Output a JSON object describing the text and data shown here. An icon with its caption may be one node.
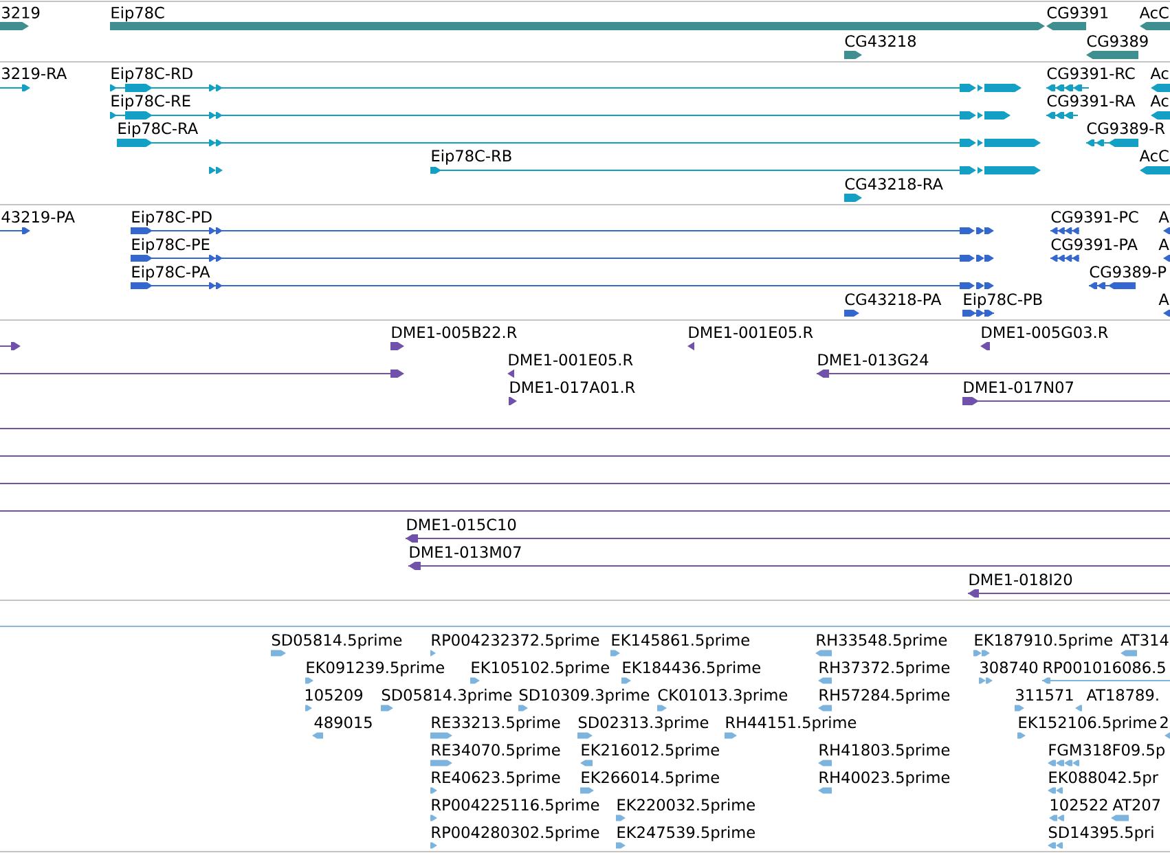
{
  "diagram": {
    "labels": [
      "3219",
      "Eip78C",
      "CG9391",
      "AcC",
      "CG43218",
      "CG9389",
      "3219-RA",
      "Eip78C-RD",
      "CG9391-RC",
      "Ac",
      "Eip78C-RE",
      "CG9391-RA",
      "Ac",
      "Eip78C-RA",
      "CG9389-R",
      "Eip78C-RB",
      "AcC",
      "CG43218-RA",
      "43219-PA",
      "Eip78C-PD",
      "CG9391-PC",
      "A",
      "Eip78C-PE",
      "CG9391-PA",
      "A",
      "Eip78C-PA",
      "CG9389-P",
      "CG43218-PA",
      "Eip78C-PB",
      "A",
      "DME1-005B22.R",
      "DME1-001E05.R",
      "DME1-005G03.R",
      "DME1-001E05.R",
      "DME1-013G24",
      "DME1-017A01.R",
      "DME1-017N07",
      "DME1-015C10",
      "DME1-013M07",
      "DME1-018I20",
      "SD05814.5prime",
      "RP004232372.5prime",
      "EK145861.5prime",
      "RH33548.5prime",
      "EK187910.5prime",
      "AT314",
      "EK091239.5prime",
      "EK105102.5prime",
      "EK184436.5prime",
      "RH37372.5prime",
      "308740",
      "RP001016086.5",
      "105209",
      "SD05814.3prime",
      "SD10309.3prime",
      "CK01013.3prime",
      "RH57284.5prime",
      "311571",
      "AT18789.",
      "489015",
      "RE33213.5prime",
      "SD02313.3prime",
      "RH44151.5prime",
      "EK152106.5prime",
      "2",
      "RE34070.5prime",
      "EK216012.5prime",
      "RH41803.5prime",
      "FGM318F09.5p",
      "RE40623.5prime",
      "EK266014.5prime",
      "RH40023.5prime",
      "EK088042.5pr",
      "RP004225116.5prime",
      "EK220032.5prime",
      "102522",
      "AT207",
      "RP004280302.5prime",
      "EK247539.5prime",
      "SD14395.5pri"
    ]
  }
}
